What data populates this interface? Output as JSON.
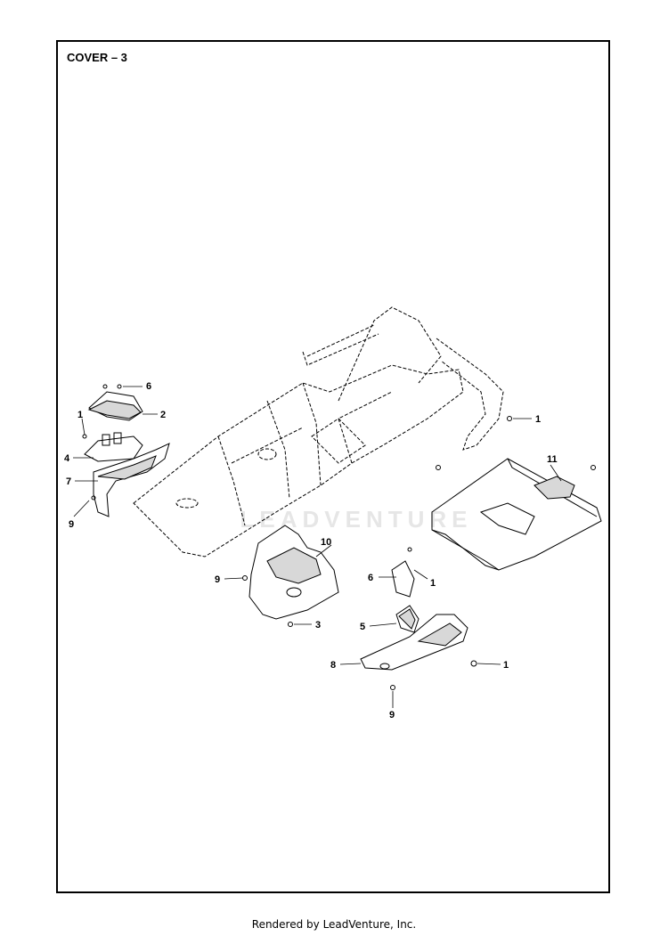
{
  "diagram": {
    "title": "COVER – 3",
    "watermark": "LEADVENTURE",
    "callouts": [
      {
        "label": "6"
      },
      {
        "label": "2"
      },
      {
        "label": "1"
      },
      {
        "label": "4"
      },
      {
        "label": "7"
      },
      {
        "label": "9"
      },
      {
        "label": "1"
      },
      {
        "label": "11"
      },
      {
        "label": "10"
      },
      {
        "label": "9"
      },
      {
        "label": "3"
      },
      {
        "label": "6"
      },
      {
        "label": "1"
      },
      {
        "label": "5"
      },
      {
        "label": "8"
      },
      {
        "label": "1"
      },
      {
        "label": "9"
      }
    ]
  },
  "footer": "Rendered by LeadVenture, Inc."
}
